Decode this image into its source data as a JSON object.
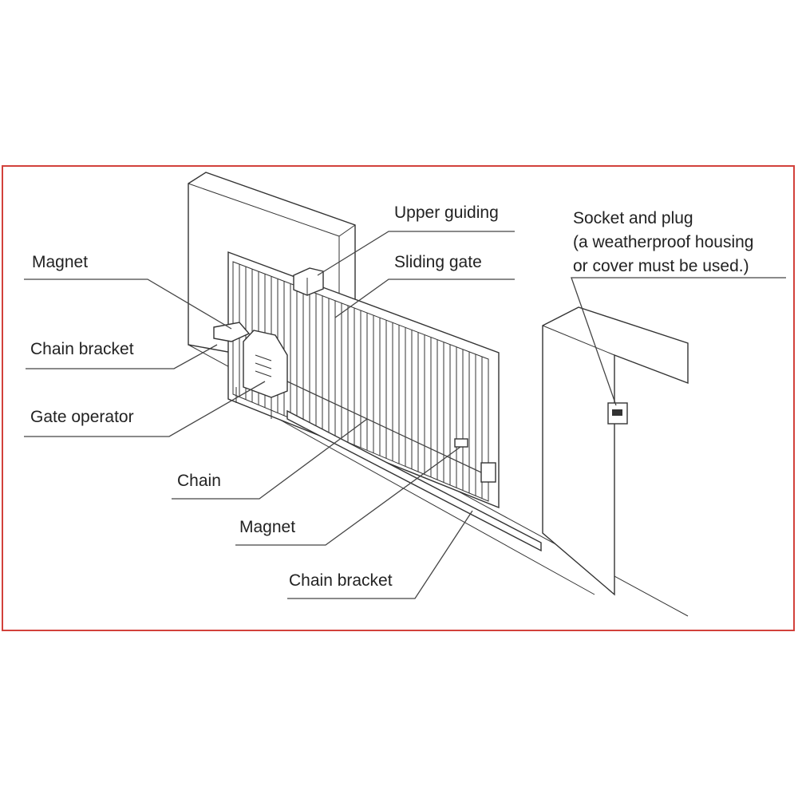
{
  "labels": {
    "upper_guiding": "Upper guiding",
    "sliding_gate": "Sliding gate",
    "socket_plug_1": "Socket and plug",
    "socket_plug_2": "(a weatherproof housing",
    "socket_plug_3": "or cover must be used.)",
    "magnet_left": "Magnet",
    "chain_bracket_left": "Chain bracket",
    "gate_operator": "Gate operator",
    "chain": "Chain",
    "magnet_right": "Magnet",
    "chain_bracket_right": "Chain bracket"
  },
  "colors": {
    "frame": "#d2413b",
    "line": "#333333"
  }
}
